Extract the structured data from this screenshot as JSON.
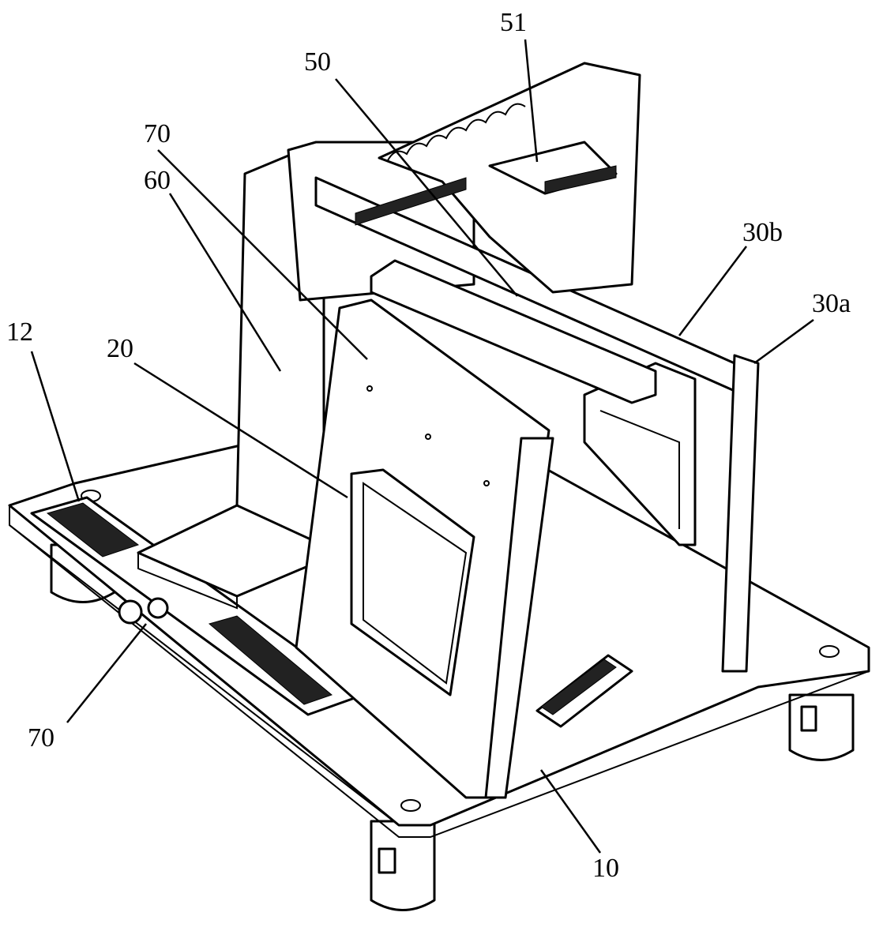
{
  "figure": {
    "labels": {
      "l51": "51",
      "l50": "50",
      "l70_top": "70",
      "l60": "60",
      "l30b": "30b",
      "l30a": "30a",
      "l12": "12",
      "l20": "20",
      "l70_bottom": "70",
      "l10": "10"
    }
  }
}
